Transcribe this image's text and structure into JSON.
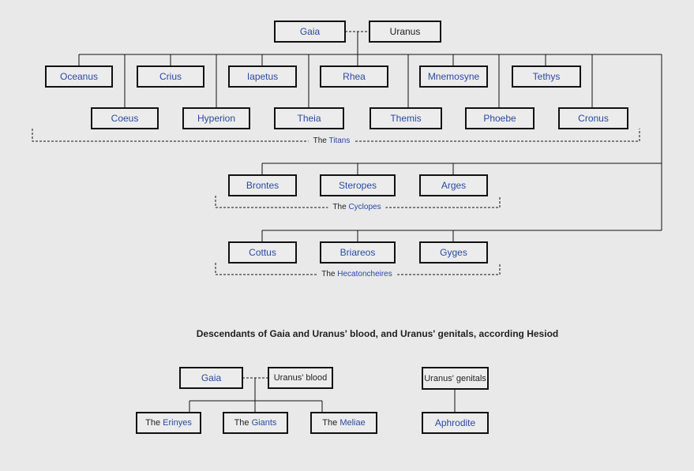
{
  "parents": {
    "gaia": "Gaia",
    "uranus": "Uranus"
  },
  "titans": {
    "row1": [
      "Oceanus",
      "Crius",
      "Iapetus",
      "Rhea",
      "Mnemosyne",
      "Tethys"
    ],
    "row2": [
      "Coeus",
      "Hyperion",
      "Theia",
      "Themis",
      "Phoebe",
      "Cronus"
    ],
    "group_prefix": "The",
    "group_name": "Titans"
  },
  "cyclopes": {
    "members": [
      "Brontes",
      "Steropes",
      "Arges"
    ],
    "group_prefix": "The",
    "group_name": "Cyclopes"
  },
  "hecatoncheires": {
    "members": [
      "Cottus",
      "Briareos",
      "Gyges"
    ],
    "group_prefix": "The",
    "group_name": "Hecatoncheires"
  },
  "second_tree": {
    "title": "Descendants of Gaia and Uranus' blood, and Uranus' genitals, according Hesiod",
    "gaia": "Gaia",
    "uranus_blood": "Uranus' blood",
    "uranus_genitals": "Uranus' genitals",
    "children": [
      {
        "prefix": "The",
        "name": "Erinyes"
      },
      {
        "prefix": "The",
        "name": "Giants"
      },
      {
        "prefix": "The",
        "name": "Meliae"
      }
    ],
    "aphrodite": "Aphrodite"
  }
}
